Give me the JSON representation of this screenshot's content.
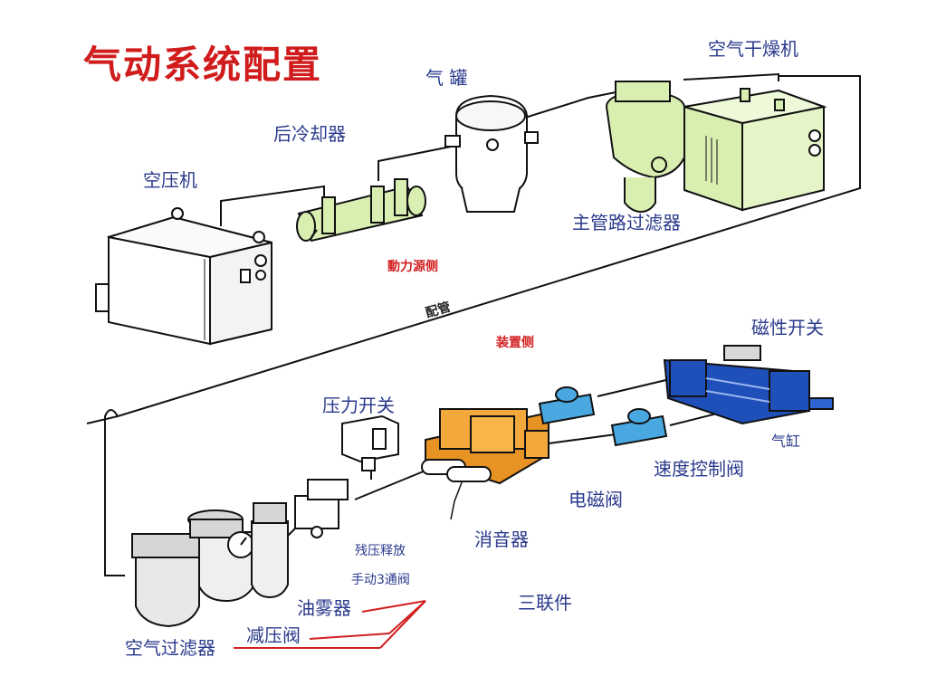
{
  "title": "气动系统配置",
  "labels": {
    "air_compressor": "空压机",
    "aftercooler": "后冷却器",
    "air_tank": "气 罐",
    "air_dryer": "空气干燥机",
    "main_line_filter": "主管路过滤器",
    "power_side": "動力源侧",
    "piping": "配管",
    "device_side": "装置侧",
    "magnetic_switch": "磁性开关",
    "pressure_switch": "压力开关",
    "cylinder": "气缸",
    "speed_control_valve": "速度控制阀",
    "solenoid_valve": "电磁阀",
    "silencer": "消音器",
    "residual_pressure_release": "残压释放",
    "manual_3way_valve": "手动3通阀",
    "lubricator": "油雾器",
    "frl_unit": "三联件",
    "pressure_reducing_valve": "减压阀",
    "air_filter": "空气过滤器"
  },
  "colors": {
    "title": "#d01c1c",
    "label": "#2a3a8c",
    "callout_line": "#d22020",
    "cooler_tank_dryer": "#d9efb2",
    "solenoid_valve": "#f2a83a",
    "speed_valve": "#4aa8e0",
    "cylinder": "#1f4fb8"
  }
}
